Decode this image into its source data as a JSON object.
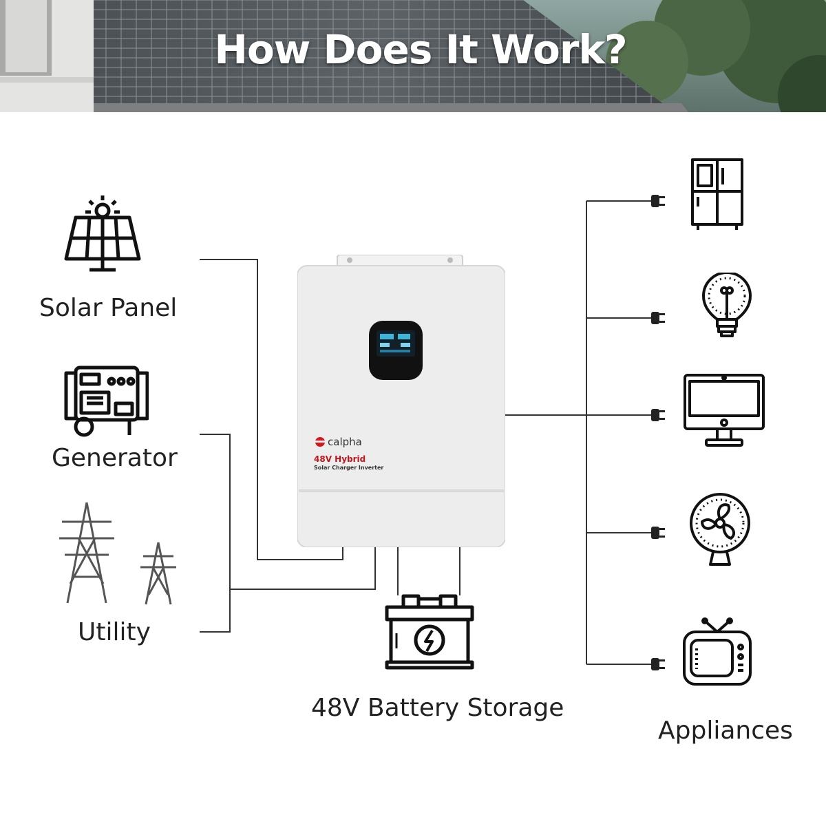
{
  "banner": {
    "title": "How Does It Work?"
  },
  "sources": {
    "solar_panel": "Solar Panel",
    "generator": "Generator",
    "utility": "Utility"
  },
  "battery": {
    "label": "48V Battery Storage"
  },
  "appliances": {
    "label": "Appliances"
  },
  "inverter": {
    "brand": "calpha",
    "model": "48V Hybrid",
    "description": "Solar Charger Inverter"
  }
}
